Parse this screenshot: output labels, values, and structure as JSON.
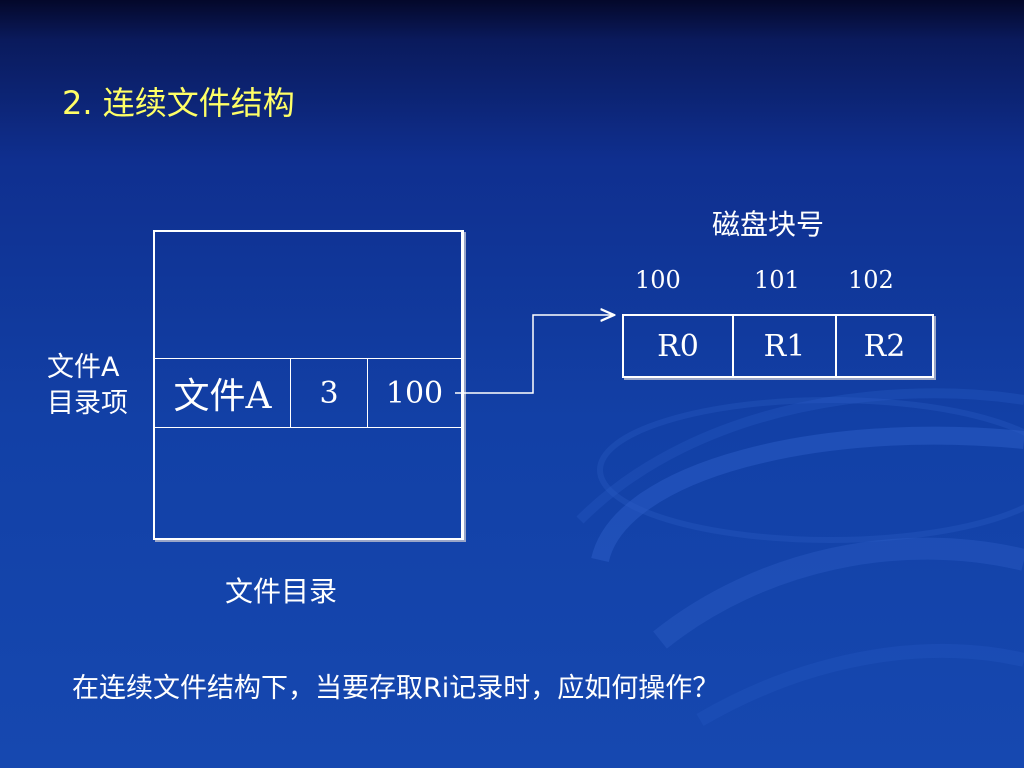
{
  "slide": {
    "title": "2.  连续文件结构",
    "question": "在连续文件结构下，当要存取Ri记录时，应如何操作？"
  },
  "directory": {
    "side_label_line1": "文件A",
    "side_label_line2": "目录项",
    "caption": "文件目录",
    "entry": {
      "name": "文件A",
      "length": "3",
      "start_block": "100"
    }
  },
  "disk": {
    "caption": "磁盘块号",
    "block_numbers": [
      "100",
      "101",
      "102"
    ],
    "records": [
      "R0",
      "R1",
      "R2"
    ]
  },
  "colors": {
    "title": "#ffff66",
    "text": "#ffffff",
    "background": "#1240a6"
  }
}
